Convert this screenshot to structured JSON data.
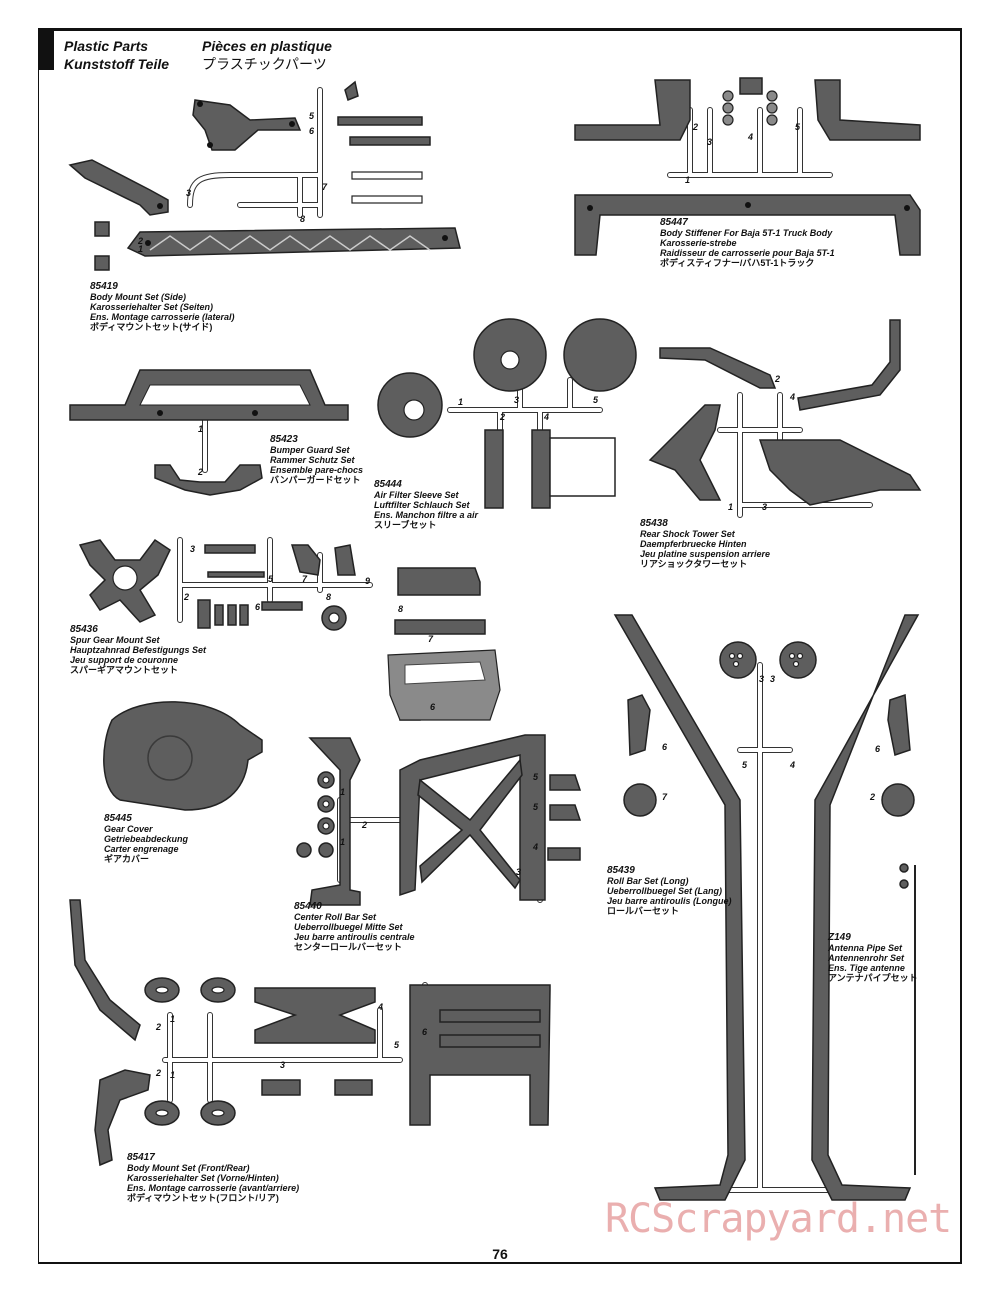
{
  "header": {
    "line1_en": "Plastic Parts",
    "line1_fr": "Pièces en plastique",
    "line2_de": "Kunststoff Teile",
    "line2_jp": "プラスチックパーツ"
  },
  "parts": [
    {
      "code": "85419",
      "en": "Body Mount Set (Side)",
      "de": "Karosseriehalter Set (Seiten)",
      "fr": "Ens. Montage carrosserie (lateral)",
      "jp": "ボディマウントセット(サイド)"
    },
    {
      "code": "85447",
      "en": "Body Stiffener For Baja 5T-1 Truck Body",
      "de": "Karosserie-strebe",
      "fr": "Raidisseur de carrosserie pour Baja 5T-1",
      "jp": "ボディスティフナー/バハ5T-1トラック"
    },
    {
      "code": "85423",
      "en": "Bumper Guard Set",
      "de": "Rammer Schutz Set",
      "fr": "Ensemble pare-chocs",
      "jp": "バンパーガードセット"
    },
    {
      "code": "85444",
      "en": "Air Filter Sleeve Set",
      "de": "Luftfilter Schlauch Set",
      "fr": "Ens. Manchon filtre a air",
      "jp": "スリーブセット"
    },
    {
      "code": "85438",
      "en": "Rear Shock Tower Set",
      "de": "Daempferbruecke Hinten",
      "fr": "Jeu platine suspension arriere",
      "jp": "リアショックタワーセット"
    },
    {
      "code": "85436",
      "en": "Spur Gear Mount Set",
      "de": "Hauptzahnrad Befestigungs Set",
      "fr": "Jeu support de couronne",
      "jp": "スパーギアマウントセット"
    },
    {
      "code": "85445",
      "en": "Gear Cover",
      "de": "Getriebeabdeckung",
      "fr": "Carter engrenage",
      "jp": "ギアカバー"
    },
    {
      "code": "85440",
      "en": "Center Roll Bar Set",
      "de": "Ueberrollbuegel Mitte Set",
      "fr": "Jeu barre antiroulis centrale",
      "jp": "センターロールバーセット"
    },
    {
      "code": "85439",
      "en": "Roll Bar Set (Long)",
      "de": "Ueberrollbuegel Set (Lang)",
      "fr": "Jeu barre antiroulis (Longue)",
      "jp": "ロールバーセット"
    },
    {
      "code": "Z149",
      "en": "Antenna Pipe Set",
      "de": "Antennenrohr Set",
      "fr": "Ens. Tige antenne",
      "jp": "アンテナパイプセット"
    },
    {
      "code": "85417",
      "en": "Body Mount Set (Front/Rear)",
      "de": "Karosseriehalter Set (Vorne/Hinten)",
      "fr": "Ens. Montage carrosserie (avant/arriere)",
      "jp": "ボディマウントセット(フロント/リア)"
    }
  ],
  "page_number": "76",
  "watermark": "RCScrapyard.net",
  "colors": {
    "part_fill": "#5e5e5e",
    "part_stroke": "#222222",
    "sprue": "#ffffff",
    "watermark": "#e39595"
  }
}
